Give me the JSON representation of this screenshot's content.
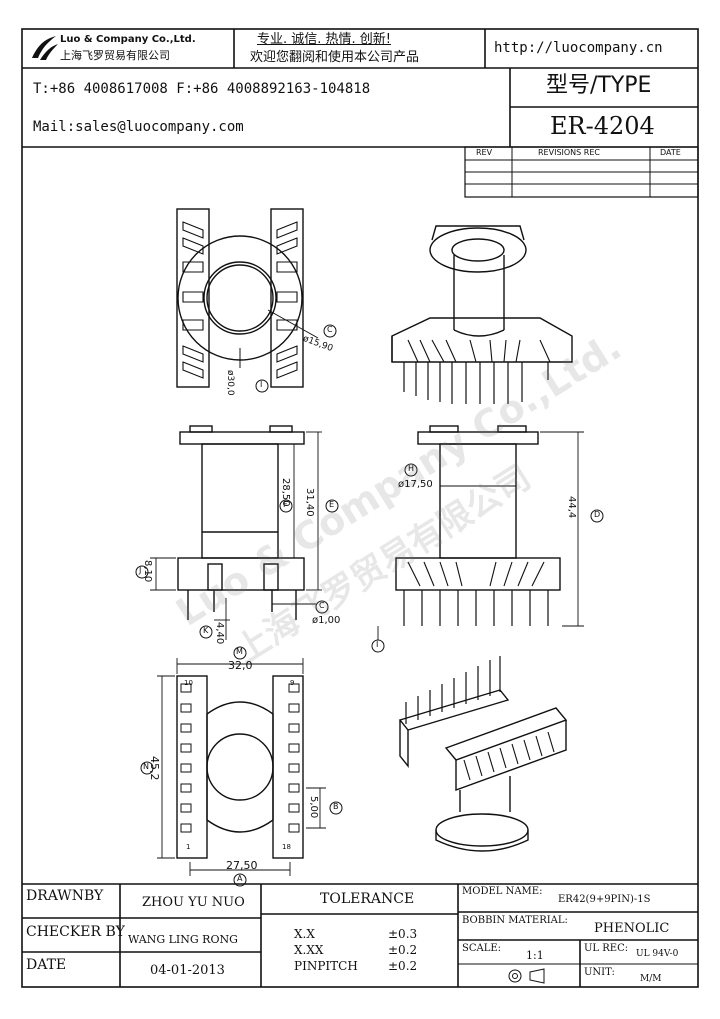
{
  "header": {
    "company_name": "Luo & Company Co.,Ltd.",
    "company_name_cn": "上海飞罗贸易有限公司",
    "slogan_line1": "专业. 诚信. 热情. 创新!",
    "slogan_line2": "欢迎您翻阅和使用本公司产品",
    "website": "http://luocompany.cn",
    "phone_fax": "T:+86 4008617008 F:+86 4008892163-104818",
    "mail": "Mail:sales@luocompany.com",
    "type_label": "型号/TYPE",
    "type_value": "ER-4204"
  },
  "revisions": {
    "headers": [
      "REV",
      "REVISIONS REC",
      "DATE"
    ],
    "rows": [
      [
        "",
        "",
        ""
      ],
      [
        "",
        "",
        ""
      ],
      [
        "",
        "",
        ""
      ]
    ]
  },
  "drawing": {
    "watermark_en": "Luo & Company Co.,Ltd.",
    "watermark_cn": "上海飞罗贸易有限公司",
    "dims": {
      "dia_30": "ø30,0",
      "dia_15_90": "ø15,90",
      "dim_28_50": "28,50",
      "dim_31_40": "31,40",
      "dim_8_10": "8,10",
      "dim_4_40": "4,40",
      "dia_1_00": "ø1,00",
      "dia_17_50": "ø17,50",
      "dim_44_4": "44,4",
      "dim_32_0": "32,0",
      "dim_45_2": "45,2",
      "dim_5_00": "5,00",
      "dim_27_50": "27,50",
      "pin_10": "10",
      "pin_18": "18",
      "pin_1": "1",
      "pin_9": "9"
    },
    "callouts": {
      "I": "I",
      "C": "C",
      "F": "F",
      "E": "E",
      "J": "J",
      "K": "K",
      "H": "H",
      "D": "D",
      "M": "M",
      "N": "N",
      "B": "B",
      "A": "A"
    }
  },
  "title_block": {
    "drawn_by_label": "DRAWNBY",
    "drawn_by": "ZHOU YU NUO",
    "checker_label": "CHECKER BY",
    "checker": "WANG LING RONG",
    "date_label": "DATE",
    "date": "04-01-2013",
    "tolerance_label": "TOLERANCE",
    "tol_rows": [
      {
        "key": "X.X",
        "value": "±0.3"
      },
      {
        "key": "X.XX",
        "value": "±0.2"
      },
      {
        "key": "PINPITCH",
        "value": "±0.2"
      }
    ],
    "model_name_label": "MODEL NAME:",
    "model_name": "ER42(9+9PIN)-1S",
    "bobbin_material_label": "BOBBIN MATERIAL:",
    "bobbin_material": "PHENOLIC",
    "scale_label": "SCALE:",
    "scale": "1:1",
    "ul_rec_label": "UL REC:",
    "ul_rec": "UL 94V-0",
    "unit_label": "UNIT:",
    "unit": "M/M"
  }
}
